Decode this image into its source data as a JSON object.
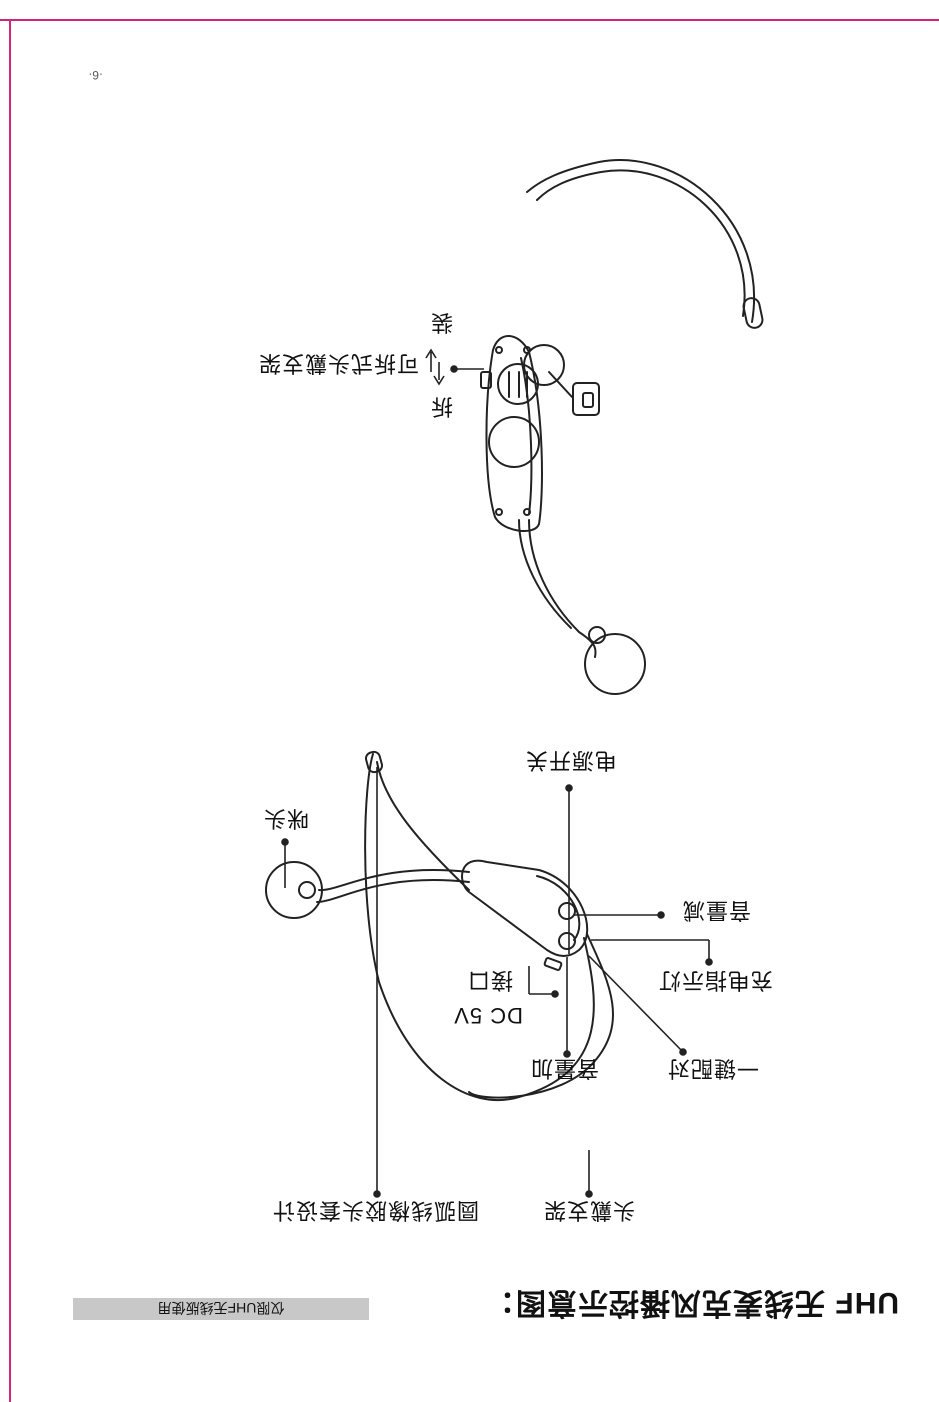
{
  "page_number": "·6·",
  "title": "UHF 无线麦克风播控示意图：",
  "note_bar": "仅限UHF无线版使用",
  "top_diagram": {
    "callout_main": "可拆式头戴支架",
    "callout_attach": "装",
    "callout_detach": "拆"
  },
  "bottom_diagram": {
    "power_switch": "电源开关",
    "mic_head": "咪头",
    "volume_down": "音量减",
    "charge_indicator": "充电指示灯",
    "dc_port_line1": "DC 5V",
    "dc_port_line2": "接口",
    "volume_up": "音量加",
    "one_key_pair": "一键配对",
    "gooseneck": "圆弧线橡胶头套设计",
    "headset_frame": "头戴支架"
  }
}
